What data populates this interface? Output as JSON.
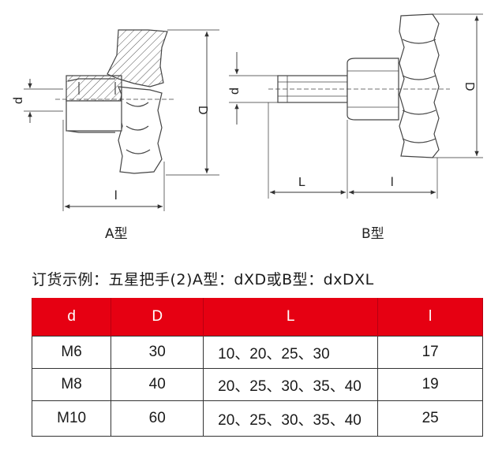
{
  "figure": {
    "type_a_label": "A型",
    "type_b_label": "B型",
    "dim_d": "d",
    "dim_D": "D",
    "dim_L": "L",
    "dim_l": "l"
  },
  "order_example": "订货示例：五星把手(2)A型：dXD或B型：dxDXL",
  "table": {
    "headers": [
      "d",
      "D",
      "L",
      "l"
    ],
    "rows": [
      [
        "M6",
        "30",
        "10、20、25、30",
        "17"
      ],
      [
        "M8",
        "40",
        "20、25、30、35、40",
        "19"
      ],
      [
        "M10",
        "60",
        "20、25、30、35、40",
        "25"
      ]
    ]
  },
  "colors": {
    "header_bg": "#e60012",
    "header_text": "#ffffff",
    "line": "#333333"
  }
}
